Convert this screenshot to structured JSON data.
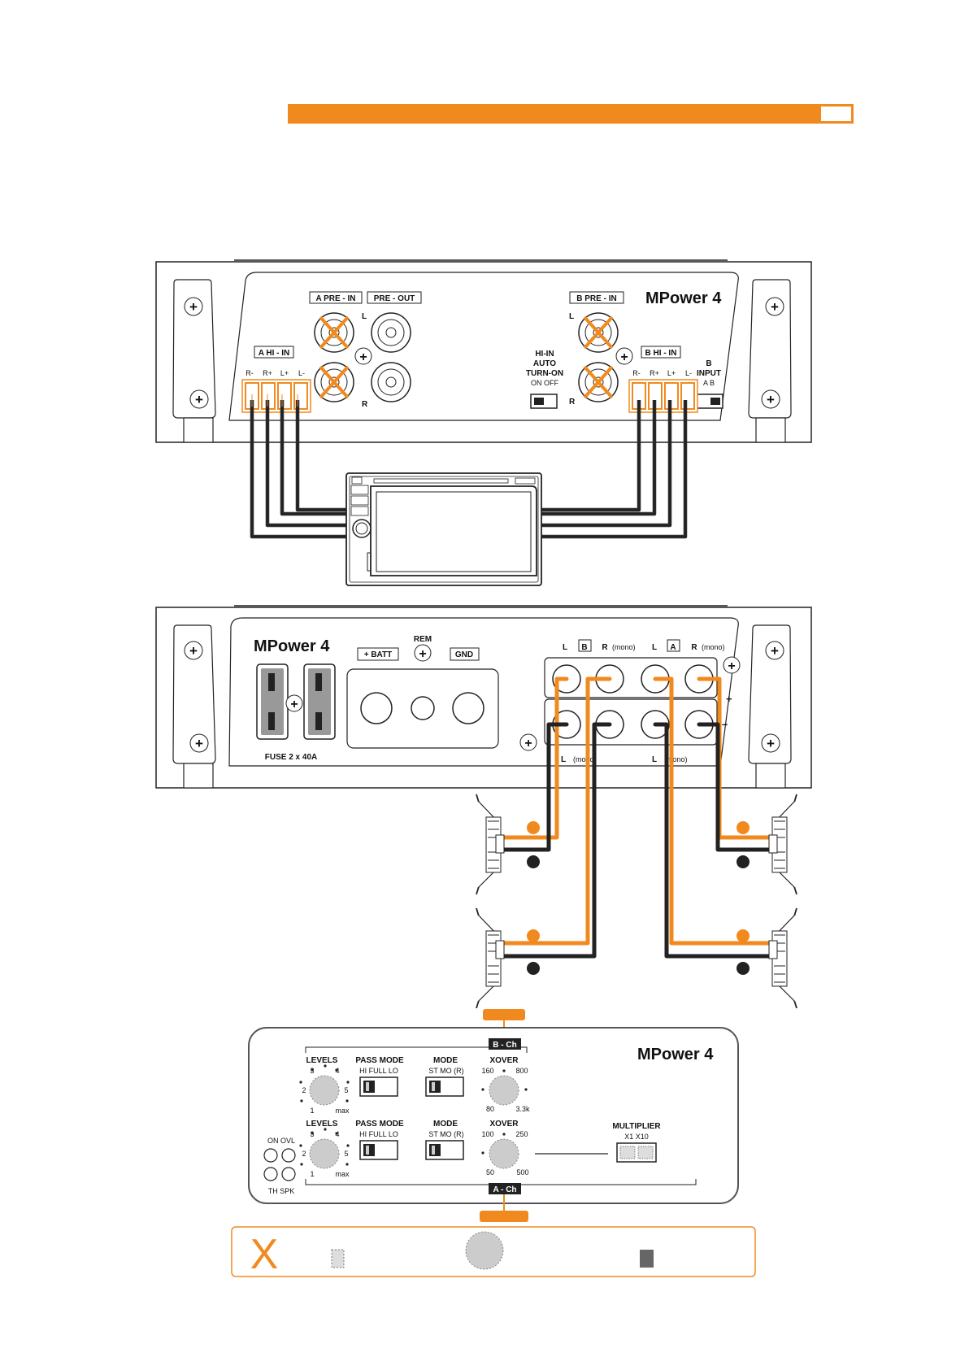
{
  "brand": {
    "orange": "#f18a1e",
    "dark": "#222222",
    "panel_grey": "#999999"
  },
  "top_panel": {
    "model": "MPower 4",
    "a_pre_in": "A PRE - IN",
    "pre_out": "PRE - OUT",
    "b_pre_in": "B PRE - IN",
    "a_hi_in": "A HI - IN",
    "b_hi_in": "B HI - IN",
    "left": "L",
    "right": "R",
    "hi_terminals": [
      "R-",
      "R+",
      "L+",
      "L-"
    ],
    "hi_in_auto": [
      "HI-IN",
      "AUTO",
      "TURN-ON"
    ],
    "on_off": "ON  OFF",
    "b_input": [
      "B",
      "INPUT"
    ],
    "a_b": "A   B"
  },
  "power_panel": {
    "model": "MPower 4",
    "batt": "+ BATT",
    "rem": "REM",
    "gnd": "GND",
    "fuse": "FUSE 2 x 40A",
    "out_l": "L",
    "out_b": "B",
    "out_r_mono": "R",
    "mono": "(mono)",
    "out_a": "A",
    "out_l_mono_1": "L",
    "out_l_mono_2": "L",
    "plus": "+",
    "minus": "–"
  },
  "control_panel": {
    "model": "MPower 4",
    "b_ch": "B - Ch",
    "a_ch": "A - Ch",
    "levels": "LEVELS",
    "pass_mode": "PASS MODE",
    "pass_opts": "HI  FULL  LO",
    "mode": "MODE",
    "mode_opts": "ST  MO (R)",
    "xover": "XOVER",
    "level_ticks": [
      "1",
      "2",
      "3",
      "4",
      "5",
      "max"
    ],
    "xover_b_ticks": [
      "80",
      "160",
      "800",
      "3.3k"
    ],
    "xover_a_ticks": [
      "50",
      "100",
      "250",
      "500"
    ],
    "multiplier": "MULTIPLIER",
    "mult_opts": "X1   X10",
    "leds_top": "ON  OVL",
    "leds_bottom": "TH  SPK"
  },
  "legend": {
    "x_mark": "X"
  }
}
